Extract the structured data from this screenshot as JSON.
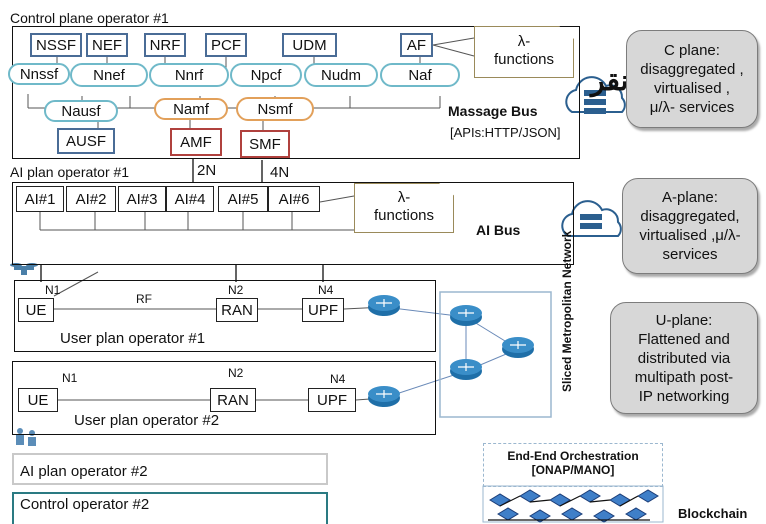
{
  "control_plane": {
    "title": "Control plane operator #1",
    "nfs": [
      "NSSF",
      "NEF",
      "NRF",
      "PCF",
      "UDM",
      "AF"
    ],
    "interfaces": [
      "Nnssf",
      "Nnef",
      "Nnrf",
      "Npcf",
      "Nudm",
      "Naf"
    ],
    "lower_interfaces": [
      "Nausf",
      "Namf",
      "Nsmf"
    ],
    "lower_nfs": [
      "AUSF",
      "AMF",
      "SMF"
    ],
    "lambda": "λ-\nfunctions",
    "bus_label": "Massage Bus",
    "bus_sub": "[APIs:HTTP/JSON]"
  },
  "links": {
    "n2": "2N",
    "n4": "4N"
  },
  "ai_plane": {
    "title": "AI plan operator #1",
    "nodes": [
      "AI#1",
      "AI#2",
      "AI#3",
      "AI#4",
      "AI#5",
      "AI#6"
    ],
    "lambda": "λ-\nfunctions",
    "bus_label": "AI Bus"
  },
  "user_plane_1": {
    "title": "User plan operator #1",
    "ue": "UE",
    "ran": "RAN",
    "upf": "UPF",
    "n1": "N1",
    "n2": "N2",
    "n4": "N4",
    "rf": "RF"
  },
  "user_plane_2": {
    "title": "User plan operator #2",
    "ue": "UE",
    "ran": "RAN",
    "upf": "UPF",
    "n1": "N1",
    "n2": "N2",
    "n4": "N4"
  },
  "network_label": "Sliced Metropolitan Network",
  "ai_plane_2": "AI plan operator #2",
  "control_2": "Control operator #2",
  "orchestration": {
    "line1": "End-End  Orchestration",
    "line2": "[ONAP/MANO]",
    "blockchain": "Blockchain"
  },
  "side_panels": [
    {
      "text": "C plane:\ndisaggregated ,\nvirtualised ,\nμ/λ- services"
    },
    {
      "text": "A-plane:\ndisaggregated,\nvirtualised ,μ/λ-\nservices"
    },
    {
      "text": "U-plane:\nFlattened and\ndistributed via\nmultipath post-\nIP networking"
    }
  ],
  "colors": {
    "nf_border": "#4a6c96",
    "nf_red": "#b0413e",
    "pill_teal": "#6fb9c9",
    "pill_orange": "#e2a05a",
    "side_bg": "#d7d7d7",
    "router": "#1f6fa8"
  }
}
